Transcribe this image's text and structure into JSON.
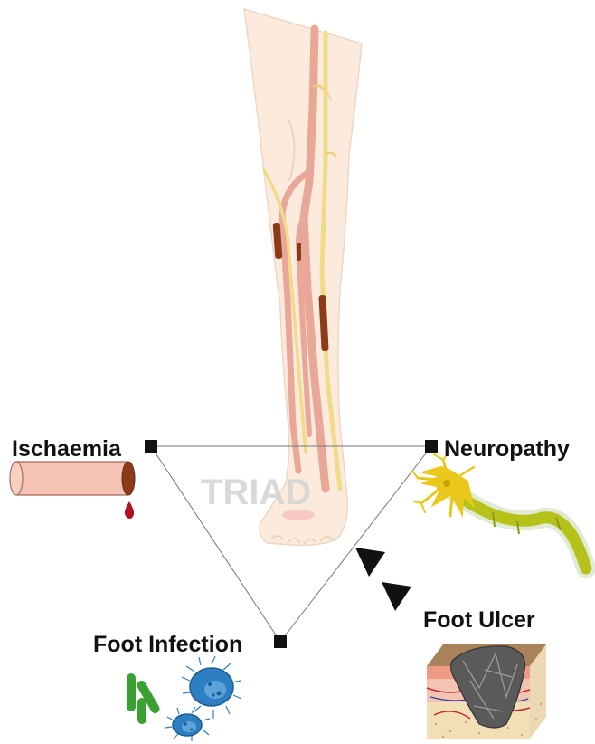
{
  "diagram": {
    "center_label": "TRIAD",
    "nodes": {
      "ischaemia": "Ischaemia",
      "neuropathy": "Neuropathy",
      "infection": "Foot Infection",
      "ulcer": "Foot Ulcer"
    }
  },
  "colors": {
    "skin": "#fcebdc",
    "artery": "#e8a797",
    "nerve": "#f0dc88",
    "necrosis": "#8b3a1a",
    "triangle_line": "#777777",
    "node_marker": "#111111",
    "bacteria_green": "#3aa032",
    "bacteria_blue": "#2d7fc1",
    "neuron_yellow": "#e9c81b",
    "axon_green": "#b6c21a",
    "blood_red": "#b01020"
  },
  "icons": [
    "leg-illustration",
    "artery-tube-icon",
    "blood-drop-icon",
    "neuron-icon",
    "bacteria-icon",
    "skin-ulcer-icon",
    "arrow-icon"
  ]
}
